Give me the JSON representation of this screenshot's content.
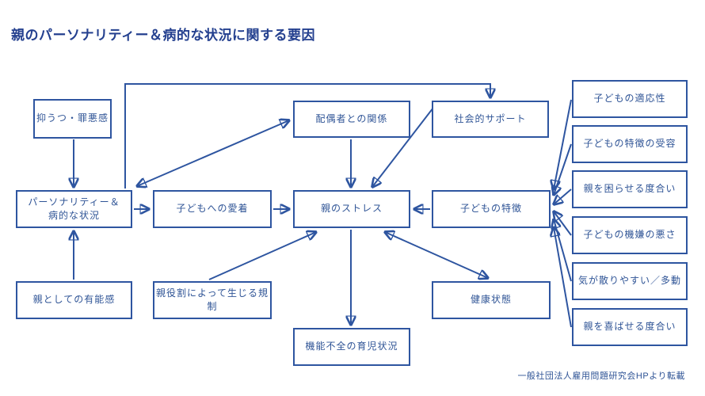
{
  "title": "親のパーソナリティー＆病的な状況に関する要因",
  "caption": "一般社団法人雇用問題研究会HPより転載",
  "colors": {
    "line": "#2e55a0",
    "node_text": "#2f5496",
    "title_text": "#24408f",
    "background": "#ffffff"
  },
  "nodes": {
    "depression": {
      "label": "抑うつ・罪悪感"
    },
    "spouse": {
      "label": "配偶者との関係"
    },
    "social_support": {
      "label": "社会的サポート"
    },
    "personality": {
      "label": "パーソナリティー＆\n病的な状況"
    },
    "attachment": {
      "label": "子どもへの愛着"
    },
    "stress": {
      "label": "親のストレス"
    },
    "child_traits": {
      "label": "子どもの特徴"
    },
    "competence": {
      "label": "親としての有能感"
    },
    "role_restriction": {
      "label": "親役割によって生じる規制"
    },
    "health": {
      "label": "健康状態"
    },
    "dysfunctional": {
      "label": "機能不全の育児状況"
    },
    "adaptability": {
      "label": "子どもの適応性"
    },
    "acceptance": {
      "label": "子どもの特徴の受容"
    },
    "troubling": {
      "label": "親を困らせる度合い"
    },
    "moodiness": {
      "label": "子どもの機嫌の悪さ"
    },
    "distractible": {
      "label": "気が散りやすい／多動"
    },
    "pleasing": {
      "label": "親を喜ばせる度合い"
    }
  },
  "edges": [
    {
      "from": "depression",
      "to": "personality",
      "direction": "forward"
    },
    {
      "from": "competence",
      "to": "personality",
      "direction": "forward"
    },
    {
      "from": "personality",
      "to": "attachment",
      "direction": "forward"
    },
    {
      "from": "attachment",
      "to": "stress",
      "direction": "forward"
    },
    {
      "from": "child_traits",
      "to": "stress",
      "direction": "forward"
    },
    {
      "from": "personality",
      "to": "spouse",
      "direction": "both"
    },
    {
      "from": "personality",
      "to": "social_support",
      "direction": "forward"
    },
    {
      "from": "spouse",
      "to": "stress",
      "direction": "forward"
    },
    {
      "from": "social_support",
      "to": "stress",
      "direction": "forward"
    },
    {
      "from": "role_restriction",
      "to": "stress",
      "direction": "forward"
    },
    {
      "from": "health",
      "to": "stress",
      "direction": "both"
    },
    {
      "from": "stress",
      "to": "dysfunctional",
      "direction": "forward"
    },
    {
      "from": "adaptability",
      "to": "child_traits",
      "direction": "forward"
    },
    {
      "from": "acceptance",
      "to": "child_traits",
      "direction": "forward"
    },
    {
      "from": "troubling",
      "to": "child_traits",
      "direction": "forward"
    },
    {
      "from": "moodiness",
      "to": "child_traits",
      "direction": "forward"
    },
    {
      "from": "distractible",
      "to": "child_traits",
      "direction": "forward"
    },
    {
      "from": "pleasing",
      "to": "child_traits",
      "direction": "forward"
    }
  ]
}
